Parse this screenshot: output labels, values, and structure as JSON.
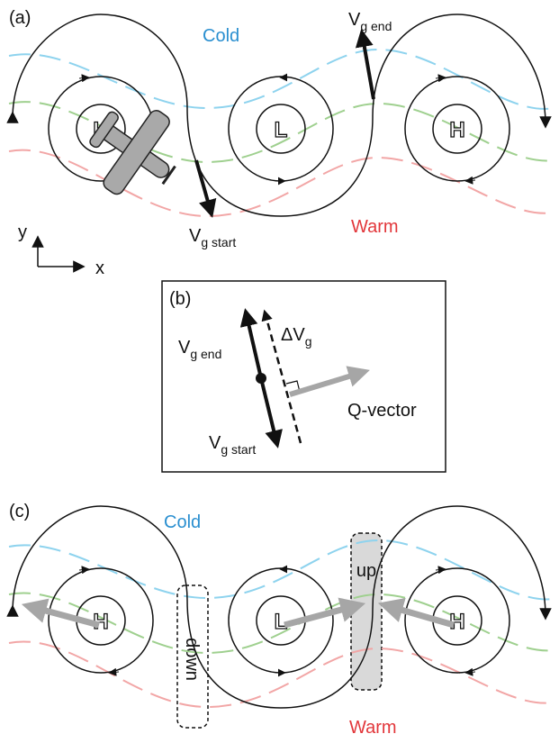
{
  "panels": {
    "a": {
      "label": "(a)",
      "cold_label": "Cold",
      "warm_label": "Warm",
      "vg_end_main": "V",
      "vg_end_sub": "g end",
      "vg_start_main": "V",
      "vg_start_sub": "g start",
      "high_1": "H",
      "low": "L",
      "high_2": "H",
      "axis_y": "y",
      "axis_x": "x"
    },
    "b": {
      "label": "(b)",
      "vg_end_main": "V",
      "vg_end_sub": "g end",
      "vg_start_main": "V",
      "vg_start_sub": "g start",
      "delta_main": "ΔV",
      "delta_sub": "g",
      "q_vector": "Q-vector"
    },
    "c": {
      "label": "(c)",
      "cold_label": "Cold",
      "warm_label": "Warm",
      "high_1": "H",
      "low": "L",
      "high_2": "H",
      "up_label": "up",
      "down_label": "down"
    }
  },
  "colors": {
    "cold_isotherm": "#8ed3ee",
    "mid_isotherm": "#9fd08f",
    "warm_isotherm": "#f2a6a6",
    "cold_text": "#2a8fd0",
    "warm_text": "#e2373b",
    "q_arrow": "#a6a6a6",
    "box_fill": "#d9d9d9"
  }
}
